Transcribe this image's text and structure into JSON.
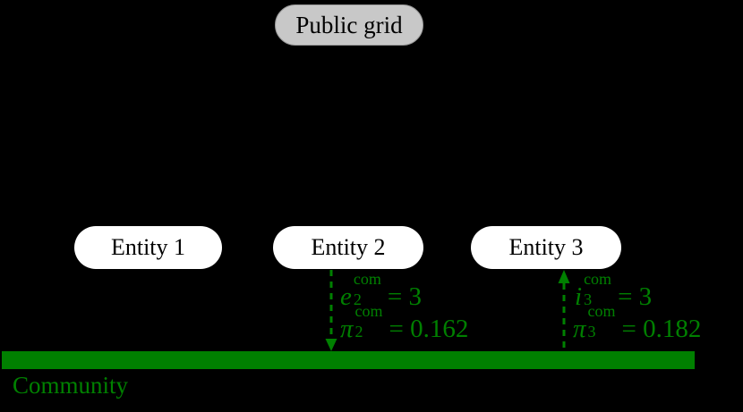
{
  "figure": {
    "public_grid": {
      "label": "Public grid"
    },
    "entities": [
      {
        "label": "Entity 1"
      },
      {
        "label": "Entity 2"
      },
      {
        "label": "Entity 3"
      }
    ],
    "flows": [
      {
        "entity": "Entity 2",
        "direction": "down-to-community",
        "quantity": {
          "var": "e",
          "sub": "2",
          "sup": "com",
          "rhs": "= 3"
        },
        "price": {
          "var": "π",
          "sub": "2",
          "sup": "com",
          "rhs": "= 0.162"
        }
      },
      {
        "entity": "Entity 3",
        "direction": "up-from-community",
        "quantity": {
          "var": "i",
          "sub": "3",
          "sup": "com",
          "rhs": "= 3"
        },
        "price": {
          "var": "π",
          "sub": "3",
          "sup": "com",
          "rhs": "= 0.182"
        }
      }
    ],
    "community": {
      "label": "Community"
    },
    "colors": {
      "green": "#008000",
      "node_gray": "#c8c8c8",
      "node_white": "#ffffff",
      "background": "#000000",
      "node_text": "#000000"
    }
  }
}
